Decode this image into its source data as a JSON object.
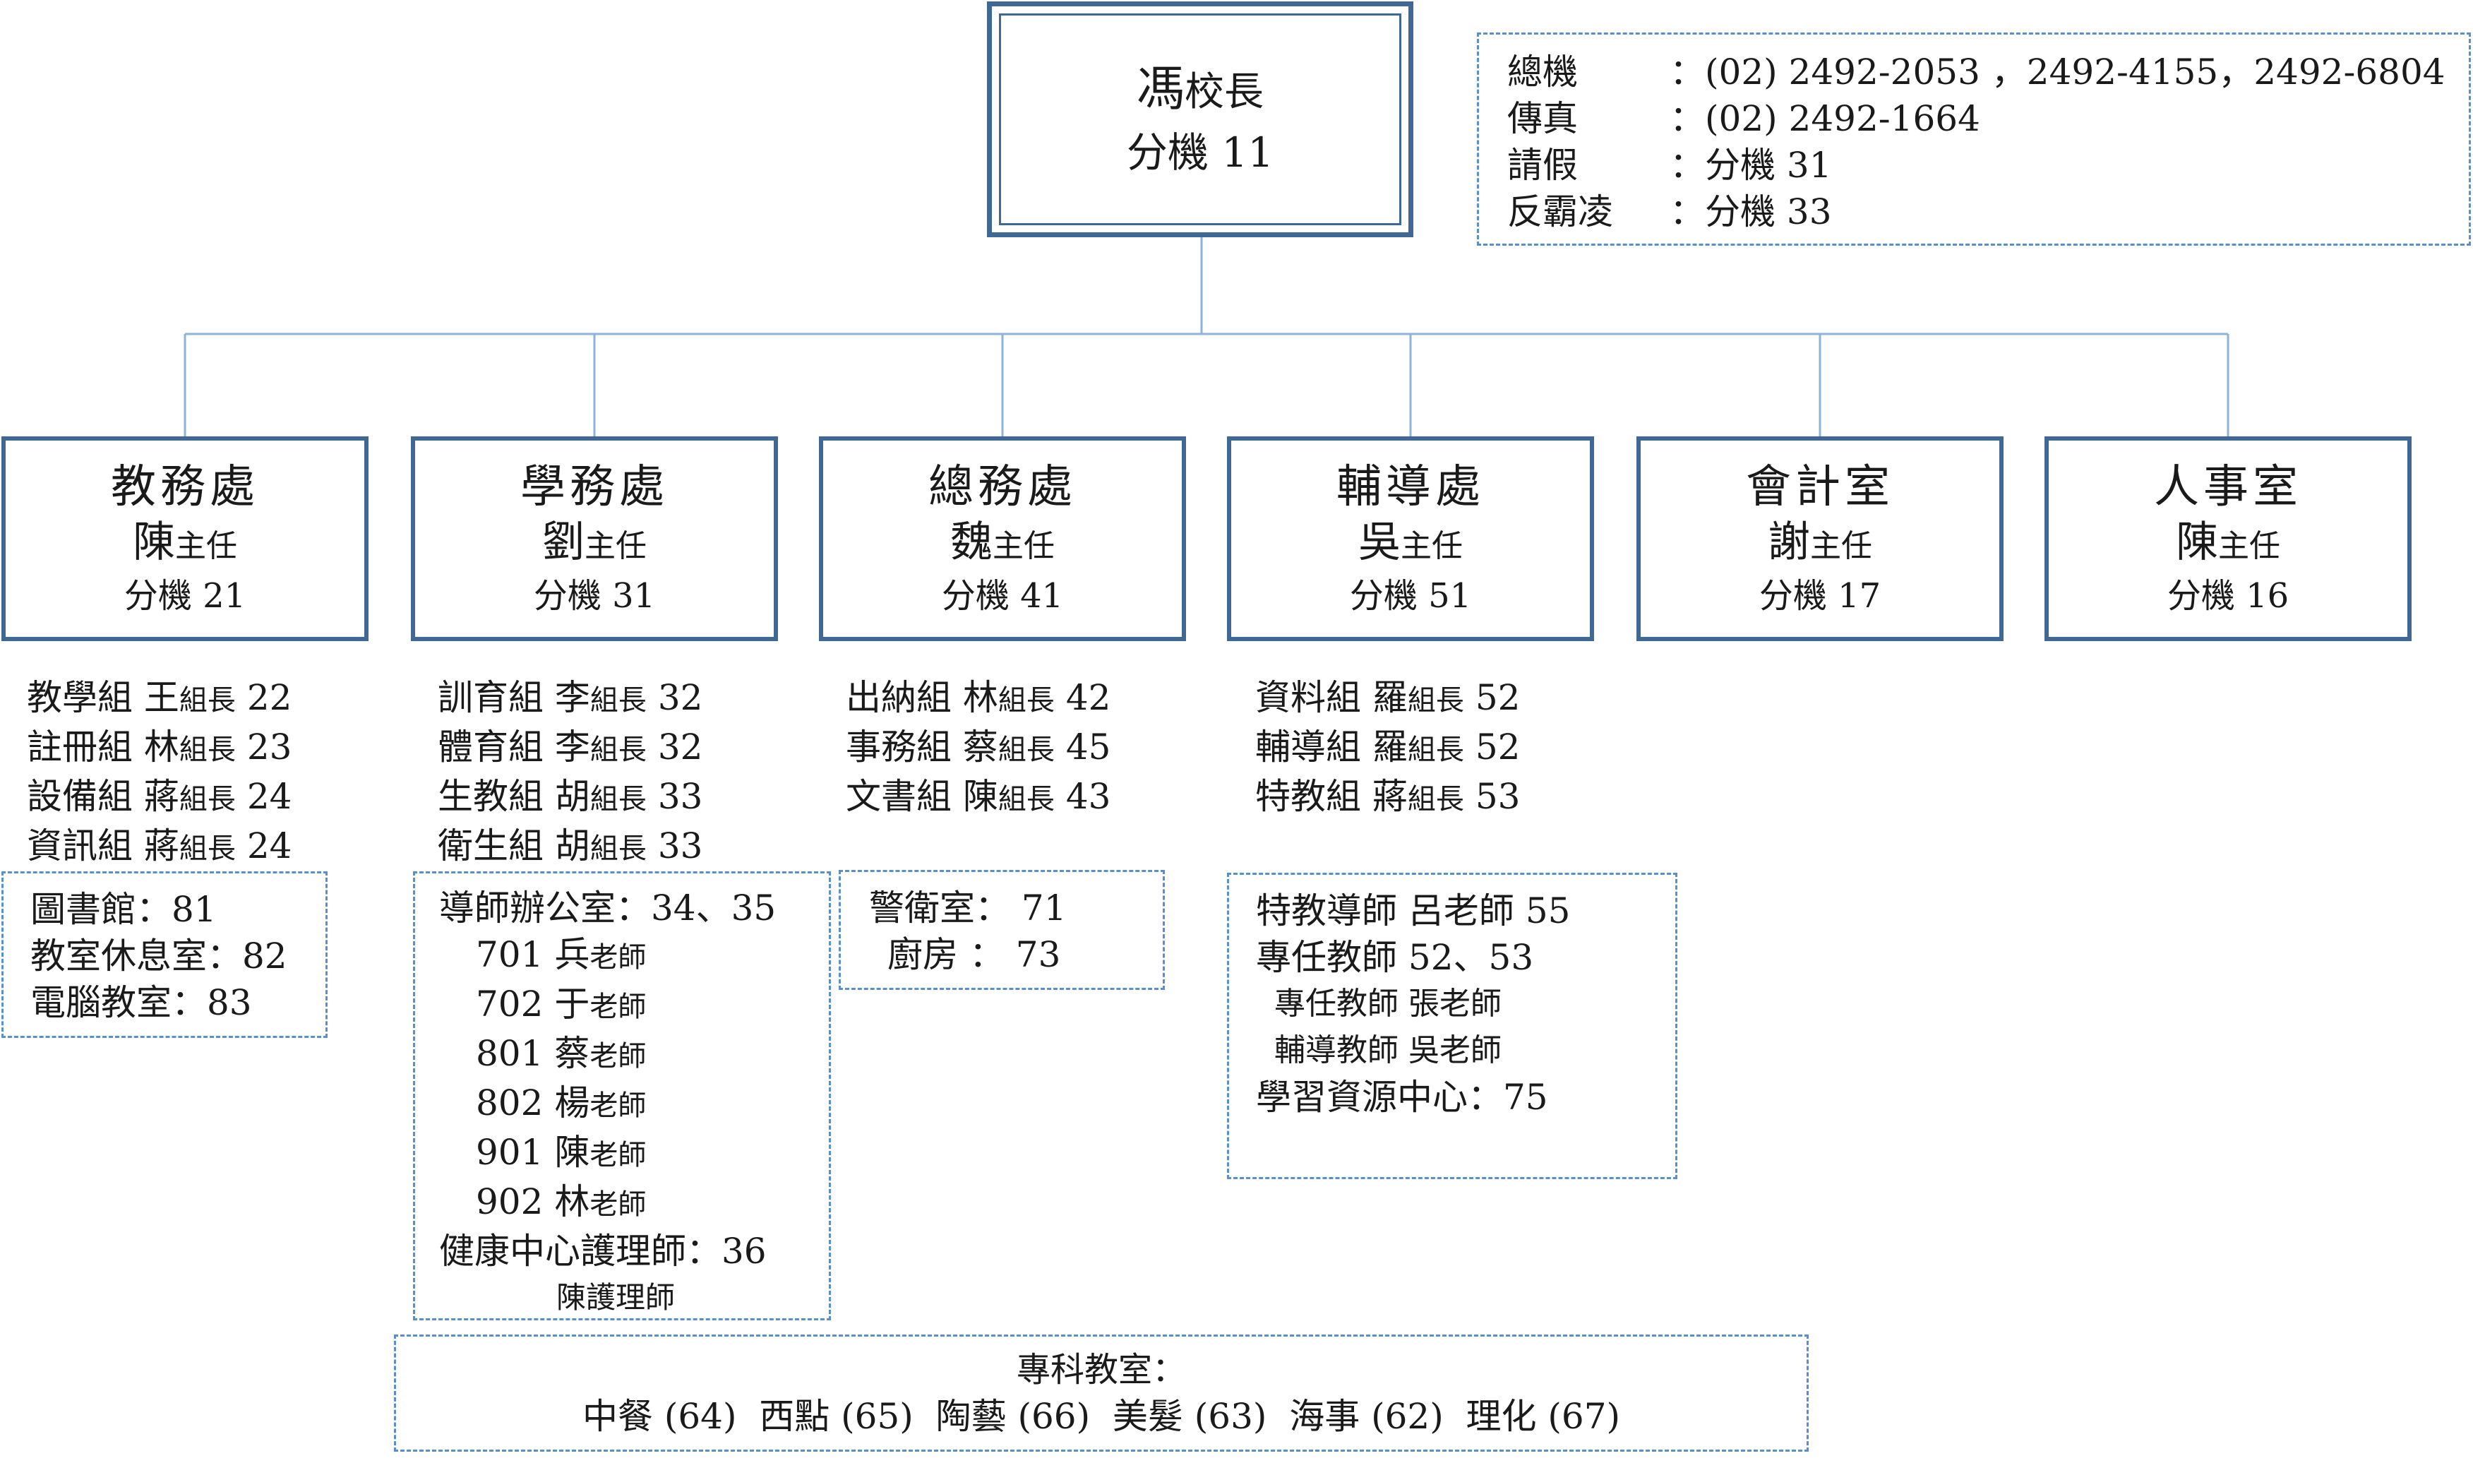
{
  "principal": {
    "name": "馮",
    "title": "校長",
    "ext_label": "分機",
    "ext": "11"
  },
  "contact": {
    "rows": [
      {
        "key": "總機",
        "value": "：(02) 2492-2053 ，2492-4155，2492-6804"
      },
      {
        "key": "傳真",
        "value": "：(02) 2492-1664"
      },
      {
        "key": "請假",
        "value": "：分機 31"
      },
      {
        "key": "反霸凌",
        "value": "：分機 33"
      }
    ]
  },
  "departments": [
    {
      "name": "教務處",
      "head": "陳",
      "head_title": "主任",
      "ext_label": "分機",
      "ext": "21",
      "sections": [
        {
          "name": "教學組",
          "leader": "王",
          "title": "組長",
          "ext": "22"
        },
        {
          "name": "註冊組",
          "leader": "林",
          "title": "組長",
          "ext": "23"
        },
        {
          "name": "設備組",
          "leader": "蔣",
          "title": "組長",
          "ext": "24"
        },
        {
          "name": "資訊組",
          "leader": "蔣",
          "title": "組長",
          "ext": "24"
        }
      ]
    },
    {
      "name": "學務處",
      "head": "劉",
      "head_title": "主任",
      "ext_label": "分機",
      "ext": "31",
      "sections": [
        {
          "name": "訓育組",
          "leader": "李",
          "title": "組長",
          "ext": "32"
        },
        {
          "name": "體育組",
          "leader": "李",
          "title": "組長",
          "ext": "32"
        },
        {
          "name": "生教組",
          "leader": "胡",
          "title": "組長",
          "ext": "33"
        },
        {
          "name": "衛生組",
          "leader": "胡",
          "title": "組長",
          "ext": "33"
        }
      ]
    },
    {
      "name": "總務處",
      "head": "魏",
      "head_title": "主任",
      "ext_label": "分機",
      "ext": "41",
      "sections": [
        {
          "name": "出納組",
          "leader": "林",
          "title": "組長",
          "ext": "42"
        },
        {
          "name": "事務組",
          "leader": "蔡",
          "title": "組長",
          "ext": "45"
        },
        {
          "name": "文書組",
          "leader": "陳",
          "title": "組長",
          "ext": "43"
        }
      ]
    },
    {
      "name": "輔導處",
      "head": "吳",
      "head_title": "主任",
      "ext_label": "分機",
      "ext": "51",
      "sections": [
        {
          "name": "資料組",
          "leader": "羅",
          "title": "組長",
          "ext": "52"
        },
        {
          "name": "輔導組",
          "leader": "羅",
          "title": "組長",
          "ext": "52"
        },
        {
          "name": "特教組",
          "leader": "蔣",
          "title": "組長",
          "ext": "53"
        }
      ]
    },
    {
      "name": "會計室",
      "head": "謝",
      "head_title": "主任",
      "ext_label": "分機",
      "ext": "17",
      "sections": []
    },
    {
      "name": "人事室",
      "head": "陳",
      "head_title": "主任",
      "ext_label": "分機",
      "ext": "16",
      "sections": []
    }
  ],
  "academic_extra": [
    "圖書館：81",
    "教室休息室：82",
    "電腦教室：83"
  ],
  "student_extra": {
    "office": "導師辦公室：34、35",
    "teachers": [
      {
        "cls": "701",
        "name": "兵",
        "title": "老師"
      },
      {
        "cls": "702",
        "name": "于",
        "title": "老師"
      },
      {
        "cls": "801",
        "name": "蔡",
        "title": "老師"
      },
      {
        "cls": "802",
        "name": "楊",
        "title": "老師"
      },
      {
        "cls": "901",
        "name": "陳",
        "title": "老師"
      },
      {
        "cls": "902",
        "name": "林",
        "title": "老師"
      }
    ],
    "health": "健康中心護理師：36",
    "nurse": "陳護理師"
  },
  "general_extra": [
    "警衛室： 71",
    "廚房 ： 73"
  ],
  "counsel_extra": {
    "special_teacher_label": "特教導師",
    "special_teacher": "呂老師",
    "special_teacher_ext": "55",
    "dedicated_label": "專任教師 52、53",
    "sub1_label": "專任教師",
    "sub1_name": "張老師",
    "sub2_label": "輔導教師",
    "sub2_name": "吳老師",
    "resource": "學習資源中心：75"
  },
  "special_rooms": {
    "title": "專科教室：",
    "rooms": "中餐 (64)  西點 (65)  陶藝 (66)  美髮 (63)  海事 (62)  理化 (67)"
  }
}
